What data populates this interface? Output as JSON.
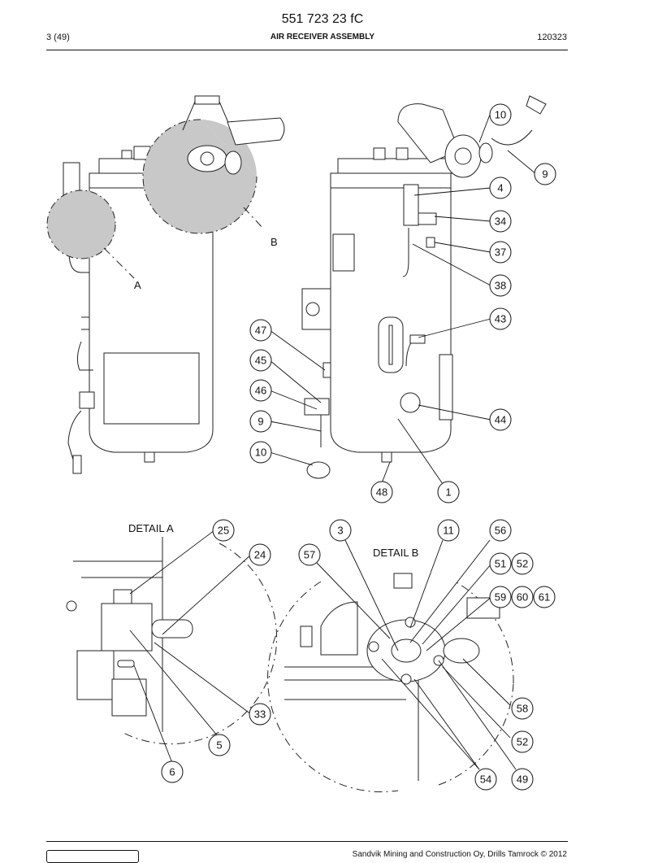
{
  "header": {
    "document_number": "551 723 23 fC",
    "page": "3 (49)",
    "title": "AIR RECEIVER ASSEMBLY",
    "date_code": "120323"
  },
  "footer": {
    "copyright": "Sandvik Mining and Construction Oy, Drills Tamrock © 2012"
  },
  "labels": {
    "detail_a_marker": "A",
    "detail_b_marker": "B",
    "detail_a_title": "DETAIL A",
    "detail_b_title": "DETAIL B"
  },
  "callouts": [
    "10",
    "9",
    "4",
    "34",
    "37",
    "38",
    "43",
    "44",
    "1",
    "48",
    "47",
    "45",
    "46",
    "9",
    "10",
    "25",
    "24",
    "33",
    "5",
    "6",
    "3",
    "11",
    "56",
    "57",
    "51",
    "52",
    "59",
    "60",
    "61",
    "58",
    "52",
    "54",
    "49"
  ]
}
